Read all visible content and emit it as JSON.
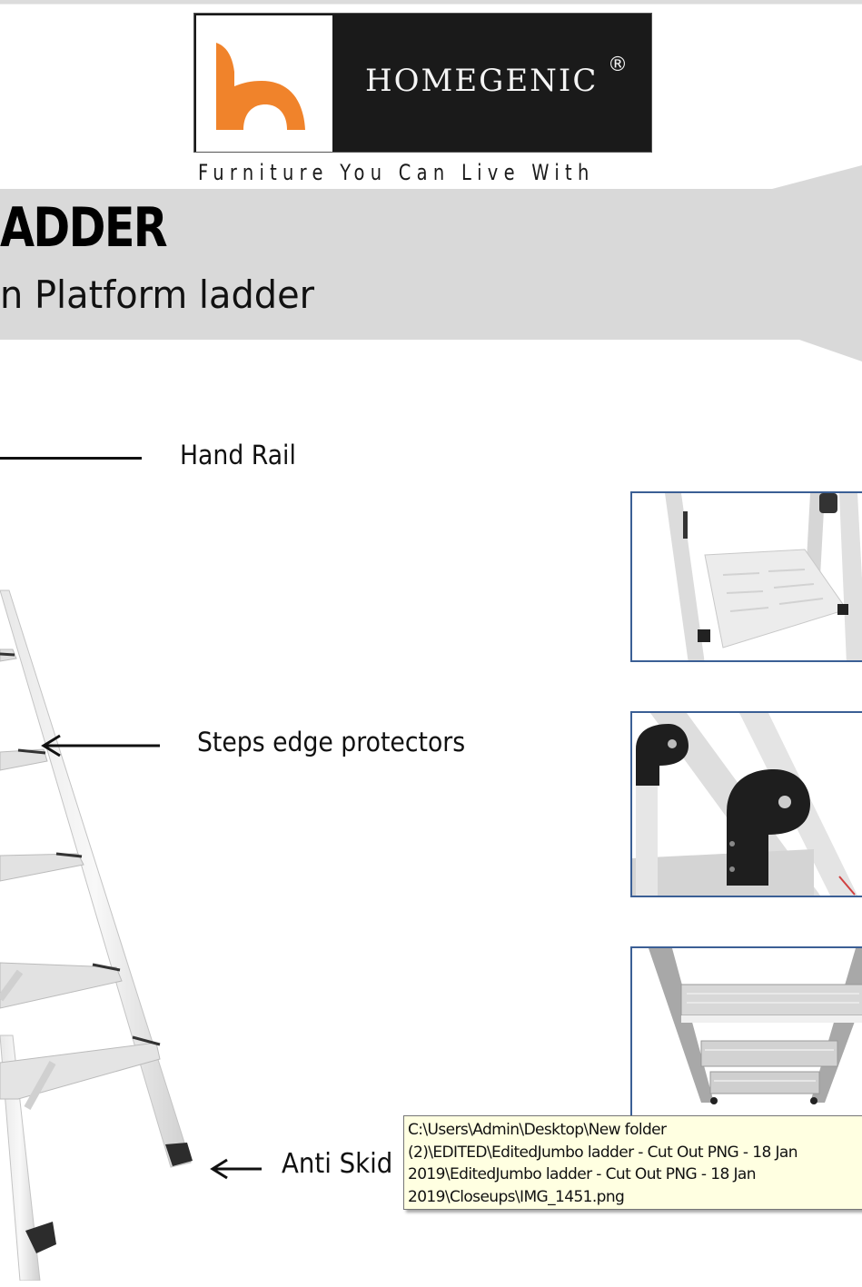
{
  "logo": {
    "brand": "HOMEGENIC",
    "registered_mark": "®",
    "tagline": "Furniture You Can Live With",
    "mark_color": "#f0832b",
    "panel_color": "#1a1a1a"
  },
  "banner": {
    "title": "ADDER",
    "subtitle": "n Platform ladder",
    "background_color": "#d9d9d9"
  },
  "callouts": {
    "hand_rail": "Hand Rail",
    "steps_edge": "Steps edge protectors",
    "anti_skid": "Anti Skid"
  },
  "closeups": [
    {
      "name": "platform-step-closeup"
    },
    {
      "name": "hinge-closeup"
    },
    {
      "name": "steps-closeup"
    }
  ],
  "closeup_border_color": "#3b5f95",
  "tooltip": {
    "lines": [
      "C:\\Users\\Admin\\Desktop\\New folder",
      "(2)\\EDITED\\EditedJumbo ladder - Cut Out PNG - 18 Jan",
      "2019\\EditedJumbo ladder - Cut Out PNG - 18 Jan",
      "2019\\Closeups\\IMG_1451.png"
    ],
    "background_color": "#ffffe1"
  }
}
